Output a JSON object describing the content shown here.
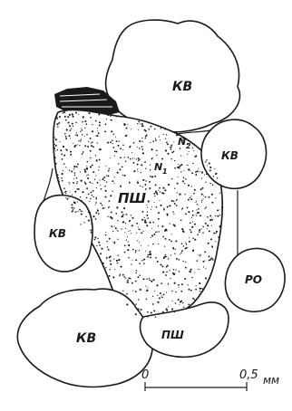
{
  "labels": {
    "grain_top": "КВ",
    "grain_right_upper": "КВ",
    "grain_left_middle": "КВ",
    "grain_bottom_left": "КВ",
    "grain_right_lower": "РО",
    "main_grain": "ПШ",
    "grain_bottom_center": "ПШ",
    "zone_n1": "N",
    "zone_n1_sub": "1",
    "zone_n2": "N",
    "zone_n2_sub": "2"
  },
  "scale_bar": {
    "start_label": "0",
    "end_label": "0,5",
    "unit": "мм"
  },
  "colors": {
    "ink": "#1a1a1a",
    "paper": "#ffffff"
  }
}
